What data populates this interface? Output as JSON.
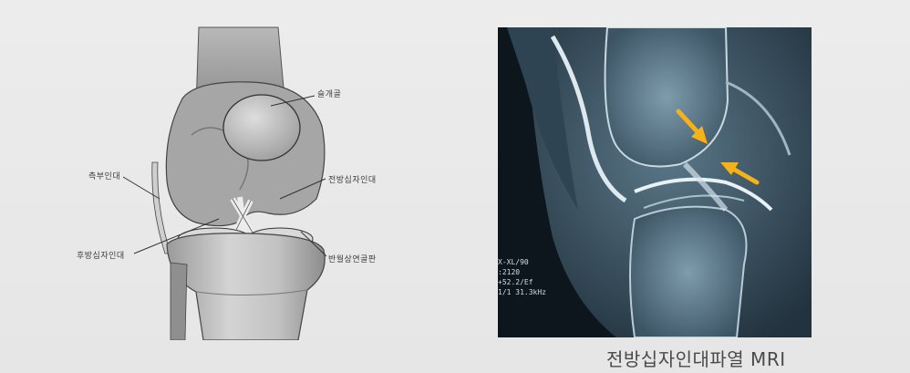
{
  "labels": {
    "patella": "슬개골",
    "acl": "전방십자인대",
    "lateral_ligament": "측부인대",
    "pcl": "후방십자인대",
    "meniscus": "반월상연골판"
  },
  "mri_overlay": {
    "line1": "X-XL/90",
    "line2": ":2120",
    "line3": "+52.2/Ef",
    "line4": "1/1 31.3kHz"
  },
  "caption": "전방십자인대파열 MRI",
  "colors": {
    "arrow": "#f6b21b"
  },
  "icons": {
    "arrow_upper": "arrow-down-right-icon",
    "arrow_lower": "arrow-up-left-icon"
  }
}
